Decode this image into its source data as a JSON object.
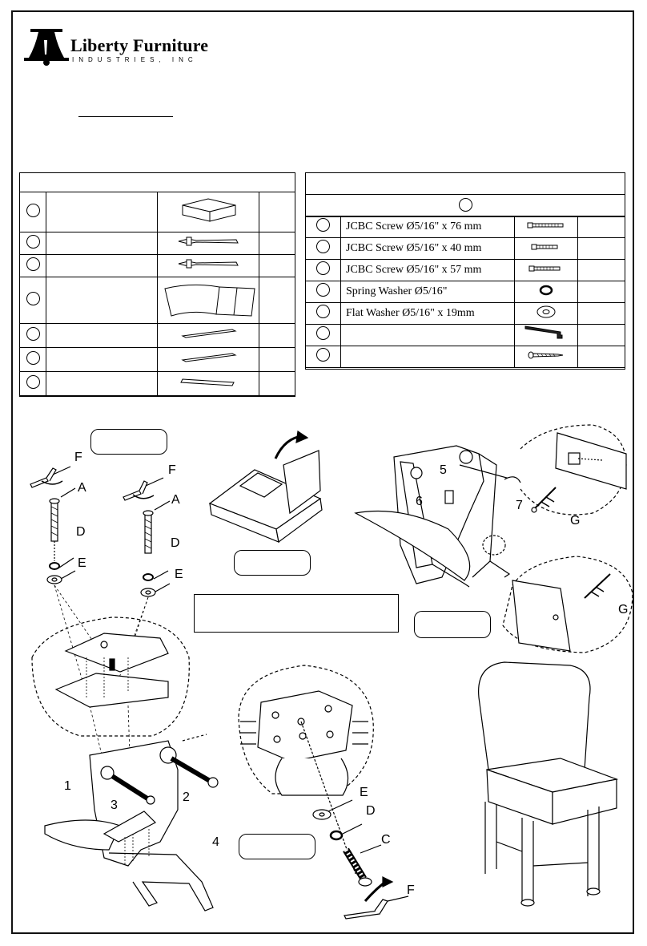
{
  "brand": {
    "name": "Liberty Furniture",
    "subtitle": "INDUSTRIES, INC"
  },
  "hardware": [
    {
      "desc": "JCBC Screw Ø5/16\" x 76 mm",
      "icon": "long-bolt-icon"
    },
    {
      "desc": "JCBC Screw Ø5/16\" x 40 mm",
      "icon": "short-bolt-icon"
    },
    {
      "desc": "JCBC Screw Ø5/16\" x 57 mm",
      "icon": "medium-bolt-icon"
    },
    {
      "desc": "Spring Washer Ø5/16\"",
      "icon": "spring-washer-icon"
    },
    {
      "desc": "Flat Washer Ø5/16\" x 19mm",
      "icon": "flat-washer-icon"
    },
    {
      "desc": "",
      "icon": "allen-key-icon"
    },
    {
      "desc": "",
      "icon": "wood-screw-icon"
    }
  ],
  "parts": [
    {
      "icon": "seat-cushion-icon"
    },
    {
      "icon": "front-leg-icon"
    },
    {
      "icon": "front-leg-icon"
    },
    {
      "icon": "chair-back-frame-icon"
    },
    {
      "icon": "stretcher-rail-icon"
    },
    {
      "icon": "stretcher-rail-icon"
    },
    {
      "icon": "stretcher-rail-icon"
    }
  ],
  "labels": {
    "F1": "F",
    "A1": "A",
    "D1": "D",
    "E1": "E",
    "F2": "F",
    "A2": "A",
    "D2": "D",
    "E2": "E",
    "n5": "5",
    "n6": "6",
    "n7": "7",
    "G1": "G",
    "G2": "G",
    "n1": "1",
    "n2": "2",
    "n3": "3",
    "n4": "4",
    "E3": "E",
    "D3": "D",
    "C": "C",
    "F3": "F"
  }
}
